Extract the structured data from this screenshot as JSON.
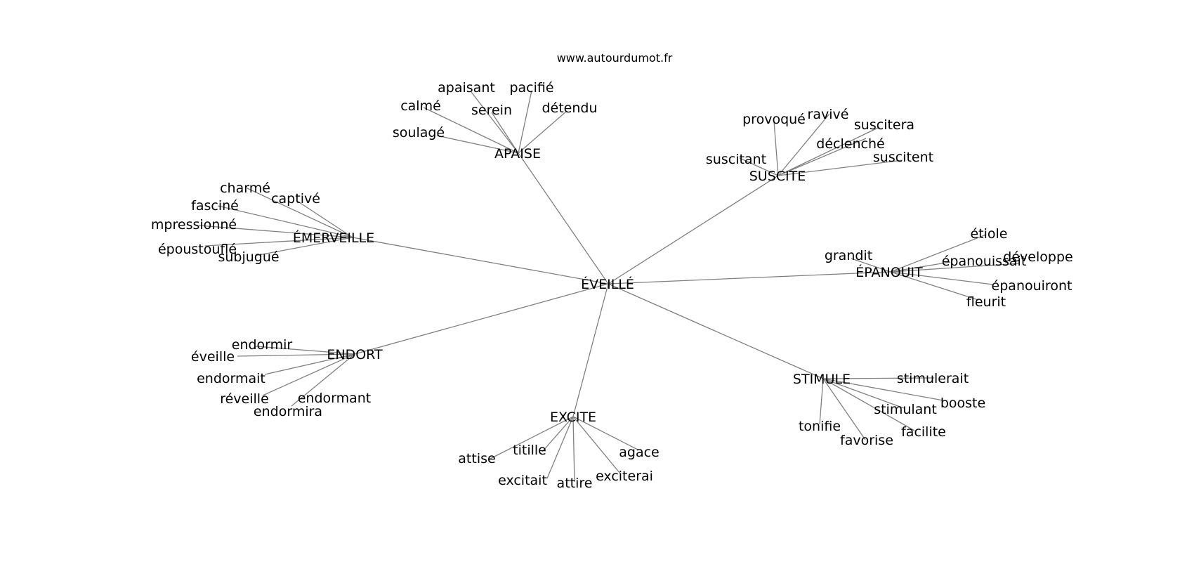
{
  "site_label": "www.autourdumot.fr",
  "center": "ÉVEILLÉ",
  "edge_color": "#808080",
  "clusters": [
    {
      "hub": "APAISE",
      "words": [
        "apaisant",
        "pacifié",
        "calmé",
        "serein",
        "détendu",
        "soulagé"
      ]
    },
    {
      "hub": "SUSCITE",
      "words": [
        "provoqué",
        "ravivé",
        "suscitera",
        "déclenché",
        "suscitant",
        "suscitent"
      ]
    },
    {
      "hub": "ÉMERVEILLE",
      "words": [
        "charmé",
        "captivé",
        "fasciné",
        "mpressionné",
        "époustouflé",
        "subjugué"
      ]
    },
    {
      "hub": "ÉPANOUIT",
      "words": [
        "étiole",
        "grandit",
        "épanouissait",
        "développe",
        "épanouiront",
        "fleurit"
      ]
    },
    {
      "hub": "ENDORT",
      "words": [
        "endormir",
        "éveille",
        "endormait",
        "réveille",
        "endormant",
        "endormira"
      ]
    },
    {
      "hub": "STIMULE",
      "words": [
        "stimulerait",
        "booste",
        "stimulant",
        "tonifie",
        "facilite",
        "favorise"
      ]
    },
    {
      "hub": "EXCITE",
      "words": [
        "agace",
        "titille",
        "attise",
        "exciterai",
        "excitait",
        "attire"
      ]
    }
  ]
}
